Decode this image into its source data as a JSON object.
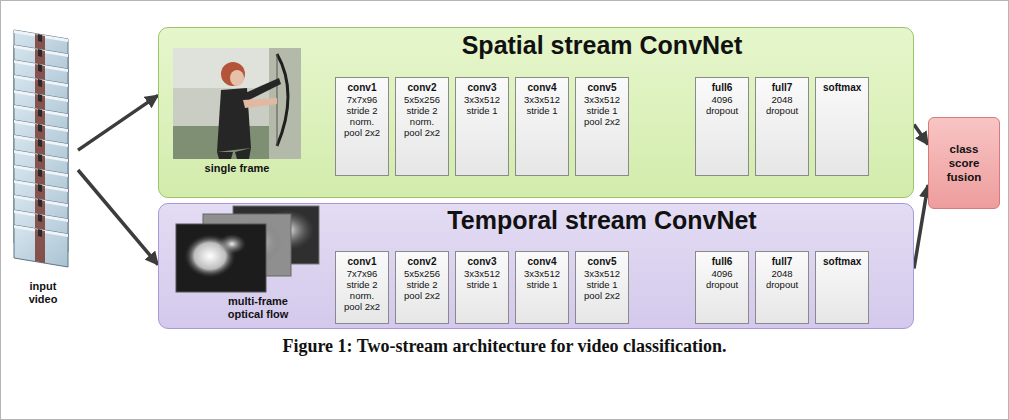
{
  "diagram": {
    "caption": "Figure 1: Two-stream architecture for video classification.",
    "nodes": [
      {
        "text": [
          "input video"
        ]
      },
      {
        "text": [
          "Spatial stream ConvNet",
          "single frame"
        ]
      },
      {
        "text": [
          "conv1",
          "7x7x96 stride 2 norm. pool 2x2"
        ],
        "in": 1
      },
      {
        "text": [
          "conv2",
          "5x5x256 stride 2 norm. pool 2x2"
        ],
        "in": 1
      },
      {
        "text": [
          "conv3",
          "3x3x512 stride 1"
        ],
        "in": 1
      },
      {
        "text": [
          "conv4",
          "3x3x512 stride 1"
        ],
        "in": 1
      },
      {
        "text": [
          "conv5",
          "3x3x512 stride 1 pool 2x2"
        ],
        "in": 1
      },
      {
        "text": [
          "full6",
          "4096 dropout"
        ],
        "in": 1
      },
      {
        "text": [
          "full7",
          "2048 dropout"
        ],
        "in": 1
      },
      {
        "text": [
          "softmax"
        ],
        "in": 1
      },
      {
        "text": [
          "Temporal stream ConvNet",
          "multi-frame optical flow"
        ]
      },
      {
        "text": [
          "conv1",
          "7x7x96 stride 2 norm. pool 2x2"
        ],
        "in": 10
      },
      {
        "text": [
          "conv2",
          "5x5x256 stride 2 pool 2x2"
        ],
        "in": 10
      },
      {
        "text": [
          "conv3",
          "3x3x512 stride 1"
        ],
        "in": 10
      },
      {
        "text": [
          "conv4",
          "3x3x512 stride 1"
        ],
        "in": 10
      },
      {
        "text": [
          "conv5",
          "3x3x512 stride 1 pool 2x2"
        ],
        "in": 10
      },
      {
        "text": [
          "full6",
          "4096 dropout"
        ],
        "in": 10
      },
      {
        "text": [
          "full7",
          "2048 dropout"
        ],
        "in": 10
      },
      {
        "text": [
          "softmax"
        ],
        "in": 10
      },
      {
        "text": [
          "class score fusion"
        ]
      }
    ],
    "edges": [
      {
        "from": 0,
        "to": 1,
        "arrow": "to"
      },
      {
        "from": 0,
        "to": 10,
        "arrow": "to"
      },
      {
        "from": 1,
        "to": 19,
        "arrow": "to"
      },
      {
        "from": 10,
        "to": 19,
        "arrow": "to"
      }
    ]
  }
}
